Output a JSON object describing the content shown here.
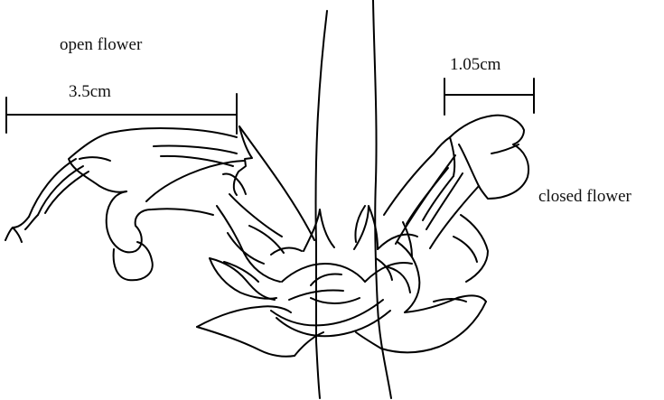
{
  "labels": {
    "open_flower": "open flower",
    "open_width": "3.5cm",
    "closed_width": "1.05cm",
    "closed_flower": "closed flower"
  },
  "colors": {
    "line": "#000000",
    "background": "#ffffff"
  }
}
